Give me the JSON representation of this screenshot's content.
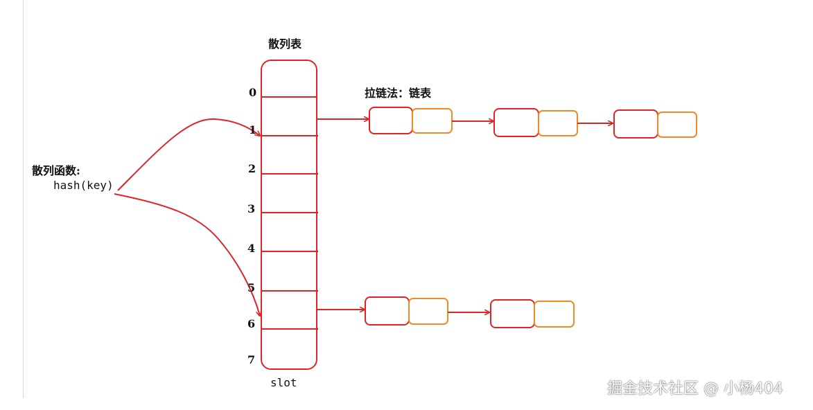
{
  "labels": {
    "table_title": "散列表",
    "chain_title": "拉链法：链表",
    "hash_fn_title": "散列函数:",
    "hash_fn_expr": "hash(key)",
    "slot_label": "slot",
    "slot_indices": [
      "0",
      "1",
      "2",
      "3",
      "4",
      "5",
      "6",
      "7"
    ]
  },
  "watermark": "掘金技术社区 @ 小杨404",
  "colors": {
    "red": "#e02424",
    "orange": "#f08a26",
    "text": "#111111"
  }
}
